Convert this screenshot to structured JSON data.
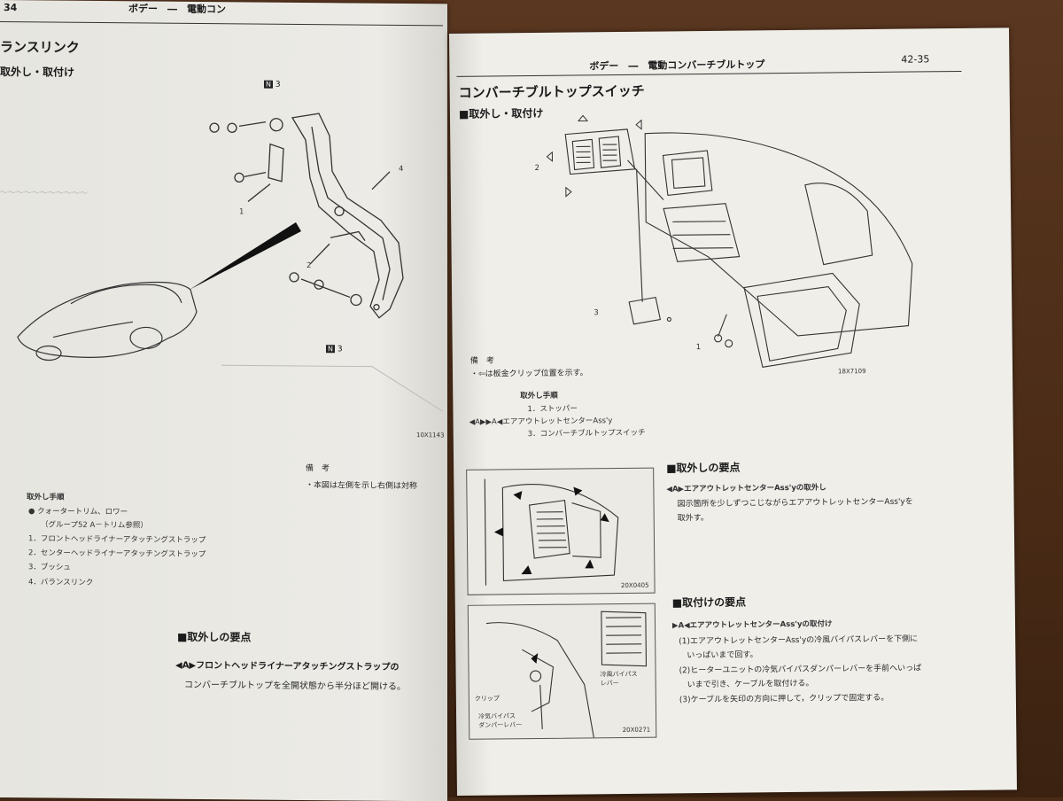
{
  "left_page": {
    "page_num": "34",
    "header": "ボデー　―　電動コン",
    "title": "ランスリンク",
    "subtitle": "取外し・取付け",
    "callouts": {
      "n3_top": "3",
      "n3_bottom": "3",
      "c1": "1",
      "c2": "2",
      "c4": "4"
    },
    "fig_code": "10X1143",
    "remarks_title": "備　考",
    "remarks": [
      "・本図は左側を示し右側は対称"
    ],
    "procedure_title": "取外し手順",
    "procedure": [
      "● クォータートリム、ロワー",
      "（グループ52 A－トリム参照）",
      "1．フロントヘッドライナーアタッチングストラップ",
      "2．センターヘッドライナーアタッチングストラップ",
      "3．ブッシュ",
      "4．バランスリンク"
    ],
    "removal_points_title": "■取外しの要点",
    "removal_point_heading": "◀A▶フロントヘッドライナーアタッチングストラップの",
    "removal_point_text": "コンバーチブルトップを全開状態から半分ほど開ける。"
  },
  "right_page": {
    "header_title": "ボデー　―　電動コンバーチブルトップ",
    "page_num": "42-35",
    "title": "コンバーチブルトップスイッチ",
    "subtitle": "■取外し・取付け",
    "callouts": {
      "c1": "1",
      "c2": "2",
      "c3": "3"
    },
    "fig_code": "18X7109",
    "remarks_title": "備　考",
    "remarks": [
      "・⇦は板金クリップ位置を示す。"
    ],
    "procedure_title": "取外し手順",
    "procedure": [
      "1．ストッパー",
      "◀A▶▶A◀エアアウトレットセンターAss'y",
      "3．コンバーチブルトップスイッチ"
    ],
    "fig2_code": "20X0405",
    "fig3_code": "20X0271",
    "fig3_labels": {
      "clip": "クリップ",
      "lever": "冷気バイパス\nダンパーレバー",
      "lever2": "冷風バイパス\nレバー"
    },
    "removal_points_title": "■取外しの要点",
    "removal_heading": "◀A▶エアアウトレットセンターAss'yの取外し",
    "removal_text": [
      "図示箇所を少しずつこじながらエアアウトレットセンターAss'yを",
      "取外す。"
    ],
    "install_points_title": "■取付けの要点",
    "install_heading": "▶A◀エアアウトレットセンターAss'yの取付け",
    "install_steps": [
      "(1)エアアウトレットセンターAss'yの冷風バイパスレバーを下側に",
      "　いっぱいまで回す。",
      "(2)ヒーターユニットの冷気バイパスダンパーレバーを手前へいっぱ",
      "　いまで引き、ケーブルを取付ける。",
      "(3)ケーブルを矢印の方向に押して，クリップで固定する。"
    ]
  }
}
